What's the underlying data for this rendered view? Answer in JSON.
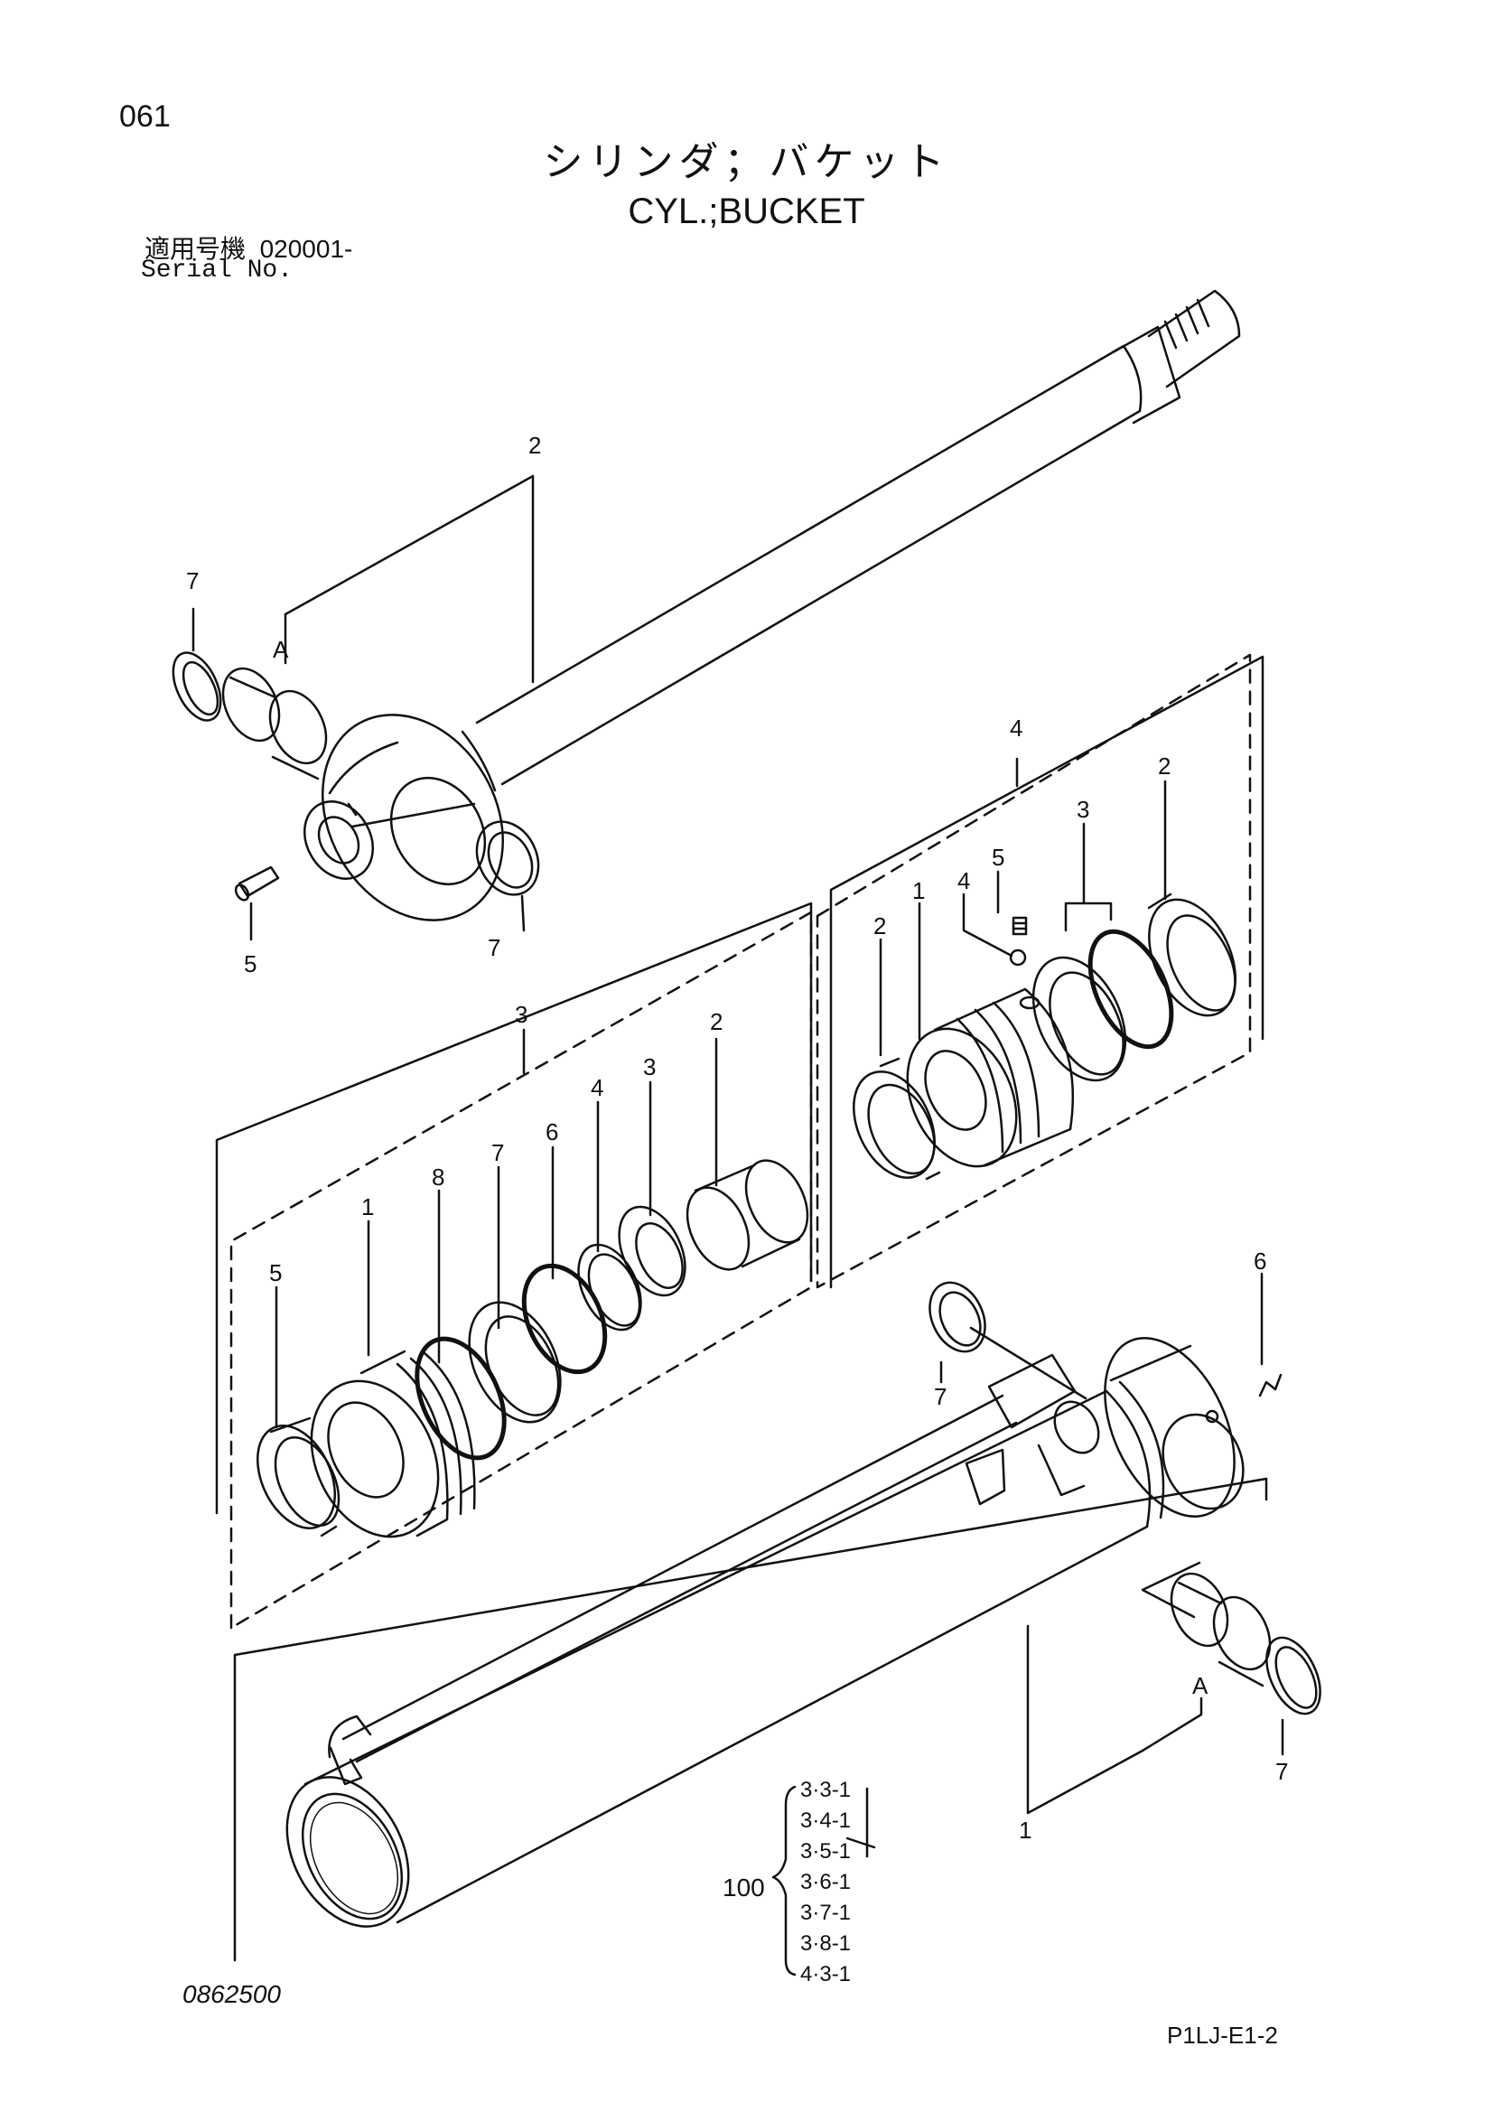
{
  "header": {
    "page_number": "061",
    "title_jp": "シリンダ；バケット",
    "title_en": "CYL.;BUCKET",
    "serial_label_jp": "適用号機",
    "serial_value": "020001-",
    "serial_label_en": "Serial No."
  },
  "callouts": {
    "rod": "2",
    "rod_bushing": "A",
    "rod_seal_left": "7",
    "rod_seal_right": "7",
    "rod_grease_fitting": "5",
    "head_assembly": "3",
    "head_1": "1",
    "head_2": "2",
    "head_3": "3",
    "head_4": "4",
    "head_5": "5",
    "head_6": "6",
    "head_7": "7",
    "head_8": "8",
    "piston_assembly": "4",
    "piston_1": "1",
    "piston_2_left": "2",
    "piston_2_right": "2",
    "piston_3": "3",
    "piston_4": "4",
    "piston_5": "5",
    "tube": "1",
    "tube_bushing": "A",
    "tube_seal_top": "7",
    "tube_seal_bottom": "7",
    "tube_grease_fitting": "6"
  },
  "kit": {
    "label": "100",
    "items": [
      "3·3-1",
      "3·4-1",
      "3·5-1",
      "3·6-1",
      "3·7-1",
      "3·8-1",
      "4·3-1"
    ]
  },
  "footer": {
    "drawing_number": "0862500",
    "doc_code": "P1LJ-E1-2"
  }
}
